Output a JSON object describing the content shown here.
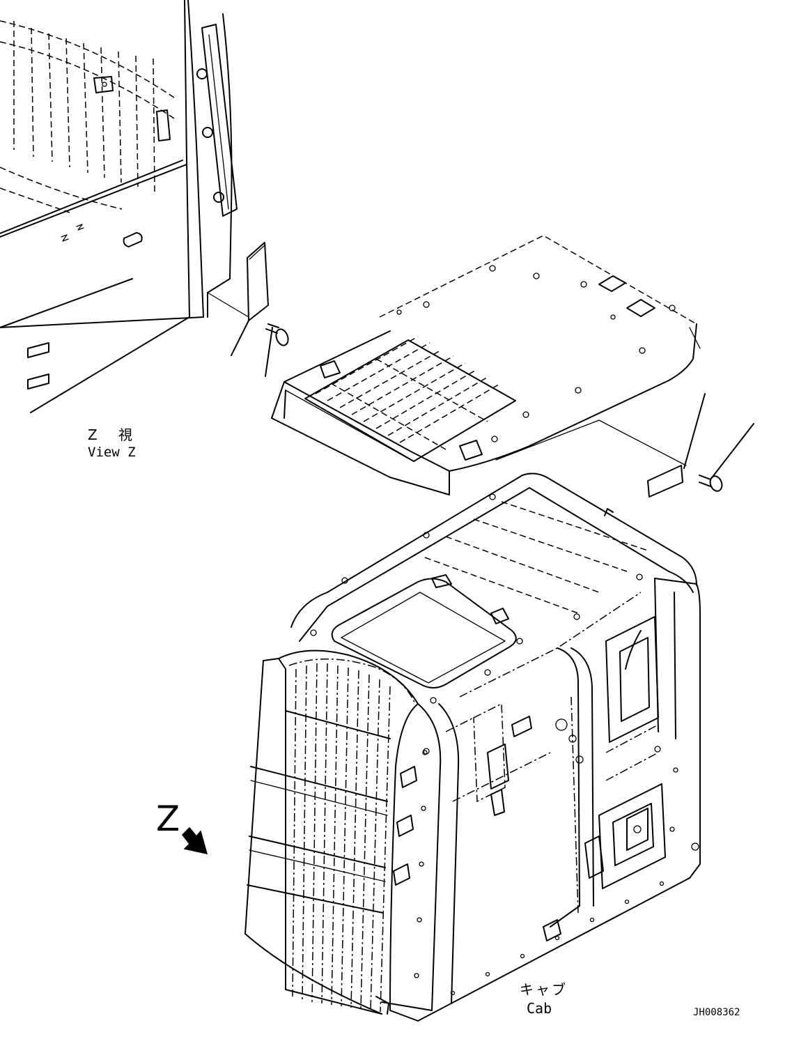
{
  "labels": {
    "view_z_jp": "Z 視",
    "view_z_en": "View Z",
    "cab_jp": "キャブ",
    "cab_en": "Cab",
    "z_marker": "Z",
    "drawing_number": "JH008362"
  }
}
